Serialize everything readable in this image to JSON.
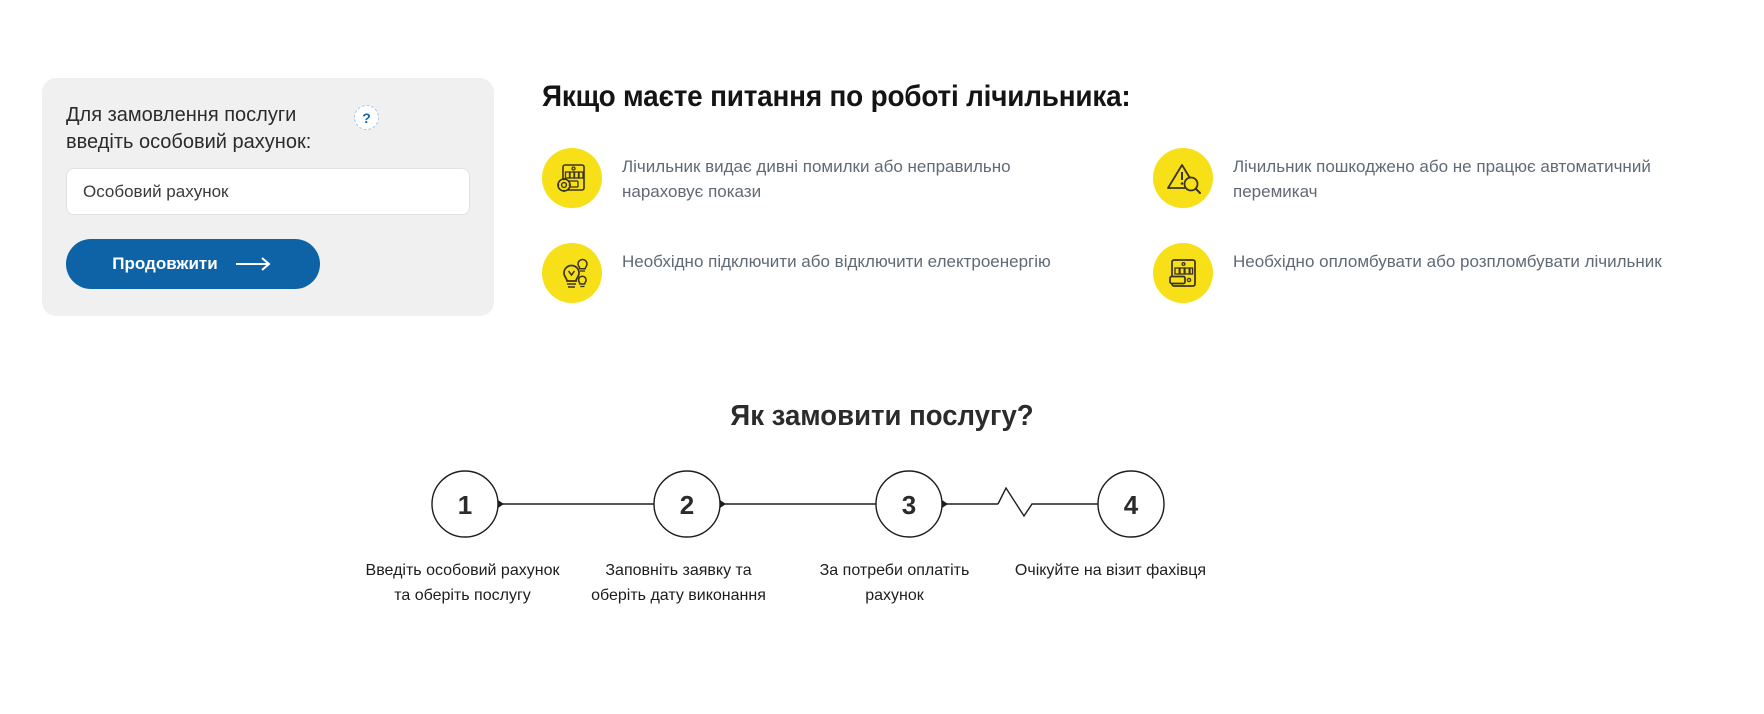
{
  "order_card": {
    "label": "Для замовлення послуги введіть особовий рахунок:",
    "help_icon": "?",
    "input_placeholder": "Особовий рахунок",
    "input_value": "",
    "submit_label": "Продовжити",
    "arrow_icon": "arrow-right-icon",
    "accent_color": "#0d63a5",
    "card_bg": "#f0f0f0"
  },
  "questions": {
    "title": "Якщо маєте питання по роботі лічильника:",
    "icon_bg": "#f7e018",
    "text_color": "#5f6a75",
    "items": [
      {
        "icon": "meter-gear-icon",
        "text": "Лічильник видає дивні помилки або неправильно нараховує покази"
      },
      {
        "icon": "warning-magnifier-icon",
        "text": "Лічильник пошкоджено або не працює автоматичний перемикач"
      },
      {
        "icon": "lightbulbs-icon",
        "text": "Необхідно підключити або відключити електроенергію"
      },
      {
        "icon": "meter-seal-icon",
        "text": "Необхідно опломбувати або розпломбувати лічильник"
      }
    ]
  },
  "steps_section": {
    "title": "Як замовити послугу?",
    "steps": [
      {
        "number": "1",
        "caption": "Введіть особовий рахунок та оберіть послугу"
      },
      {
        "number": "2",
        "caption": "Заповніть заявку та оберіть дату виконання"
      },
      {
        "number": "3",
        "caption": "За потреби оплатіть рахунок"
      },
      {
        "number": "4",
        "caption": "Очікуйте на візит фахівця"
      }
    ]
  }
}
